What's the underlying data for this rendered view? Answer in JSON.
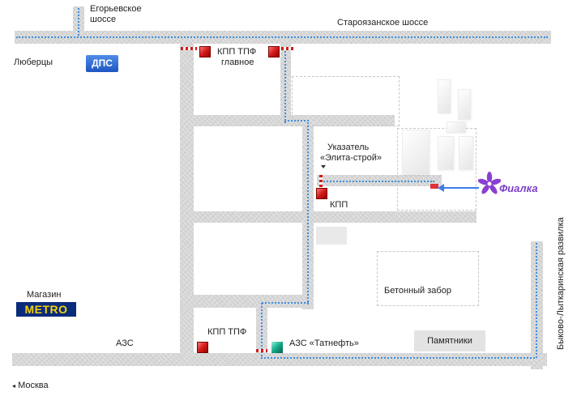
{
  "roads": {
    "egorevskoe": "Егорьевское\nшоссе",
    "staroryazanskoe": "Староязанское шоссе"
  },
  "places": {
    "lyubertsy": "Люберцы",
    "magazin": "Магазин",
    "moskva": "Москва",
    "azs": "АЗС",
    "azs_tatneft": "АЗС «Татнефть»",
    "betonny_zabor": "Бетонный забор",
    "pamyatniki": "Памятники",
    "bykovo": "Быково-Лыткаринская развилка"
  },
  "checkpoints": {
    "kpp_main_line1": "КПП ТПФ",
    "kpp_main_line2": "главное",
    "kpp": "КПП",
    "kpp_bottom": "КПП ТПФ"
  },
  "signs": {
    "ukazatel_line1": "Указатель",
    "ukazatel_line2": "«Элита-строй»"
  },
  "logos": {
    "dps": "ДПС",
    "metro": "METRO",
    "fialka": "Фиалка"
  },
  "colors": {
    "road": "#d6d6d6",
    "route": "#3d8fe0",
    "checkpoint": "#d21a1a",
    "gas_station": "#14a88a",
    "fialka": "#7a3fc8"
  },
  "icons": {
    "route": "blue-dotted-route",
    "checkpoint": "red-square-checkpoint",
    "gas_station": "teal-square-gas-station",
    "fialka": "purple-flower-logo"
  }
}
